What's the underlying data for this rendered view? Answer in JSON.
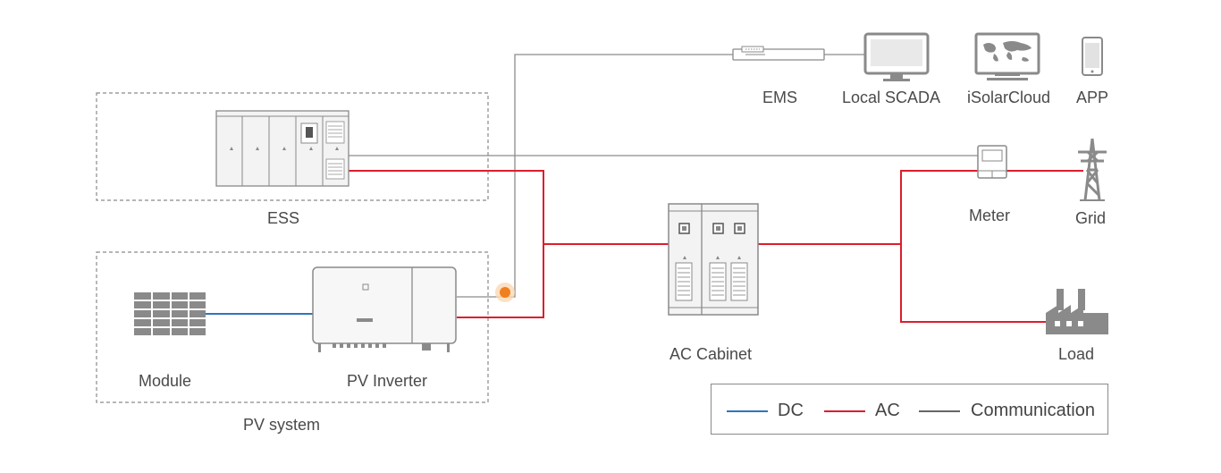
{
  "colors": {
    "dc": "#2f75bd",
    "ac": "#dc1e2d",
    "communication": "#8c8c8c",
    "device_outline": "#8a8a8a",
    "device_fill": "#f3f3f3",
    "dot": "#f07f1e"
  },
  "labels": {
    "ems": "EMS",
    "local_scada": "Local SCADA",
    "isolarcloud": "iSolarCloud",
    "app": "APP",
    "ess": "ESS",
    "meter": "Meter",
    "grid": "Grid",
    "ac_cabinet": "AC Cabinet",
    "load": "Load",
    "module": "Module",
    "pv_inverter": "PV Inverter",
    "pv_system": "PV system"
  },
  "legend": {
    "dc": "DC",
    "ac": "AC",
    "communication": "Communication"
  },
  "icons": {
    "ems": "ems-device-icon",
    "local_scada": "monitor-icon",
    "isolarcloud": "world-map-monitor-icon",
    "app": "smartphone-icon",
    "ess": "battery-cabinet-icon",
    "meter": "meter-icon",
    "grid": "transmission-tower-icon",
    "ac_cabinet": "switch-cabinet-icon",
    "load": "factory-icon",
    "module": "solar-panel-icon",
    "pv_inverter": "inverter-icon"
  }
}
